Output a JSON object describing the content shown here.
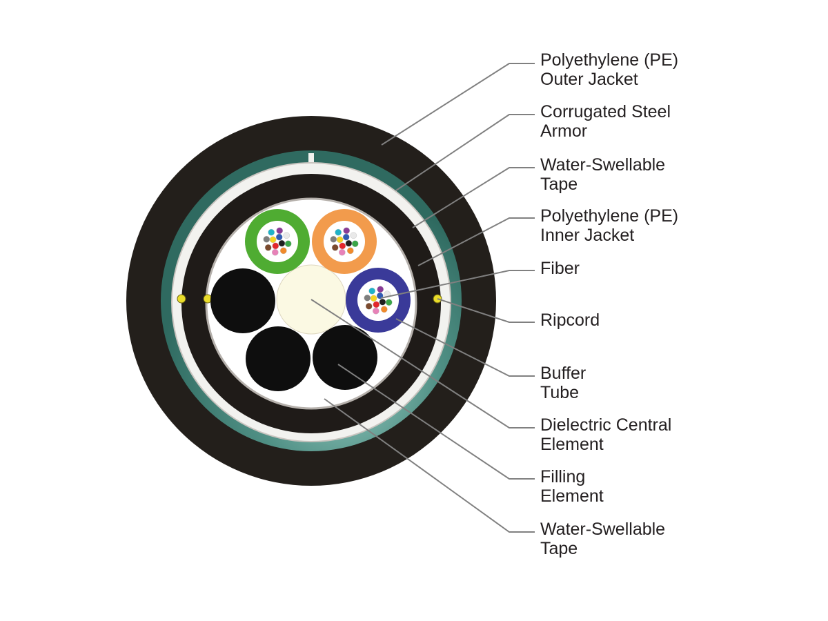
{
  "colors": {
    "jacket": "#231f1b",
    "armor": "#3d7f74",
    "armor_highlight": "#9fd2c8",
    "tape": "#f2f2ef",
    "core_bg": "#ffffff",
    "central": "#fbf9e3",
    "filler": "#0e0e0e",
    "tube_green": "#4fac32",
    "tube_orange": "#f29b4c",
    "tube_blue": "#3a3a99",
    "ripcord": "#e9dc2a",
    "leader": "#808080",
    "text": "#231f20"
  },
  "fiber_colors": [
    "#1f1f1f",
    "#e3262c",
    "#f4d322",
    "#2f5bb3",
    "#3aa548",
    "#f08a2b",
    "#e782b8",
    "#7b4a2e",
    "#7e7e7e",
    "#1fb2c8",
    "#8a3b97",
    "#e9e9e9"
  ],
  "labels": [
    {
      "id": "pe-outer-jacket",
      "line1": "Polyethylene (PE)",
      "line2": "Outer Jacket"
    },
    {
      "id": "corrugated-steel-armor",
      "line1": "Corrugated Steel",
      "line2": "Armor"
    },
    {
      "id": "water-swellable-tape-1",
      "line1": "Water-Swellable",
      "line2": "Tape"
    },
    {
      "id": "pe-inner-jacket",
      "line1": "Polyethylene (PE)",
      "line2": "Inner Jacket"
    },
    {
      "id": "fiber",
      "line1": "Fiber",
      "line2": ""
    },
    {
      "id": "ripcord",
      "line1": "Ripcord",
      "line2": ""
    },
    {
      "id": "buffer-tube",
      "line1": "Buffer",
      "line2": "Tube"
    },
    {
      "id": "dielectric-central-element",
      "line1": "Dielectric Central",
      "line2": "Element"
    },
    {
      "id": "filling-element",
      "line1": "Filling",
      "line2": "Element"
    },
    {
      "id": "water-swellable-tape-2",
      "line1": "Water-Swellable",
      "line2": "Tape"
    }
  ]
}
